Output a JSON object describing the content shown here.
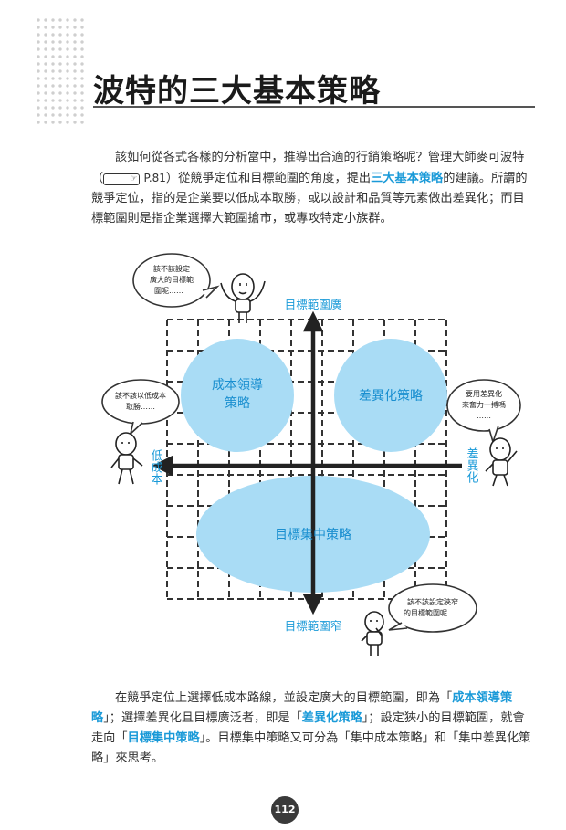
{
  "title": "波特的三大基本策略",
  "intro": {
    "t1": "該如何從各式各樣的分析當中，推導出合適的行銷策略呢？管理大師麥可波特（",
    "ref": "P.81",
    "t2": "）從競爭定位和目標範圍的角度，提出",
    "highlight": "三大基本策略",
    "t3": "的建議。所謂的競爭定位，指的是企業要以低成本取勝，或以設計和品質等元素做出差異化；而目標範圍則是指企業選擇大範圍搶市，或專攻特定小族群。"
  },
  "diagram": {
    "axis_top": "目標範圍廣",
    "axis_bottom": "目標範圍窄",
    "axis_left": "低成本",
    "axis_right": "差異化",
    "circle_cost_l1": "成本領導",
    "circle_cost_l2": "策略",
    "circle_diff": "差異化策略",
    "circle_focus": "目標集中策略",
    "bubble_top": [
      "該不該設定",
      "廣大的目標範",
      "圍呢……"
    ],
    "bubble_left": [
      "該不該以低成本",
      "取勝……"
    ],
    "bubble_right": [
      "要用差異化",
      "來奮力一搏嗎",
      "……"
    ],
    "bubble_bottom": [
      "該不該設定狹窄",
      "的目標範圍呢……"
    ]
  },
  "summary": {
    "t1": "在競爭定位上選擇低成本路線，並設定廣大的目標範圍，即為「",
    "h1": "成本領導策略",
    "t2": "」；選擇差異化且目標廣泛者，即是「",
    "h2": "差異化策略",
    "t3": "」；設定狹小的目標範圍，就會走向「",
    "h3": "目標集中策略",
    "t4": "」。目標集中策略又可分為「集中成本策略」和「集中差異化策略」來思考。"
  },
  "page_number": "112",
  "colors": {
    "accent": "#1a9ad8",
    "circle_fill": "#a9dcf5",
    "text": "#333333"
  }
}
